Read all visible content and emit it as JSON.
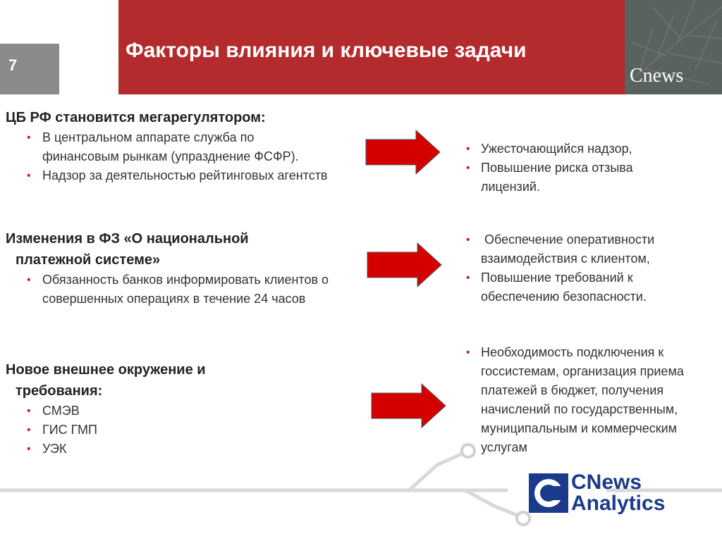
{
  "header": {
    "page_number": "7",
    "title": "Факторы влияния и ключевые задачи",
    "brand_small": "Cnews"
  },
  "sections": [
    {
      "heading_line1": "ЦБ РФ становится мегарегулятором:",
      "heading_line2": "",
      "items": [
        "В центральном аппарате служба по финансовым рынкам (упразднение ФСФР).",
        "Надзор за деятельностью рейтинговых агентств"
      ]
    },
    {
      "heading_line1": "Изменения в ФЗ «О национальной",
      "heading_line2": "платежной системе»",
      "items": [
        "Обязанность банков информировать клиентов о совершенных операциях в течение 24 часов"
      ]
    },
    {
      "heading_line1": "Новое внешнее окружение и",
      "heading_line2": "требования:",
      "items": [
        "СМЭВ",
        "ГИС ГМП",
        "УЭК"
      ]
    }
  ],
  "results": [
    {
      "items": [
        "Ужесточающийся надзор,",
        "Повышение риска отзыва лицензий."
      ]
    },
    {
      "items": [
        " Обеспечение оперативности взаимодействия с клиентом,",
        "Повышение требований к обеспечению безопасности."
      ]
    },
    {
      "items": [
        "Необходимость подключения к госсистемам, организация приема платежей в бюджет, получения начислений по государственным, муниципальным и коммерческим услугам"
      ]
    }
  ],
  "footer_logo": {
    "line1": "CNews",
    "line2": "Analytics"
  },
  "colors": {
    "header_red": "#b32b2d",
    "arrow_red": "#d40000",
    "logo_blue": "#1a3a8a",
    "bullet_red": "#c0272d"
  }
}
